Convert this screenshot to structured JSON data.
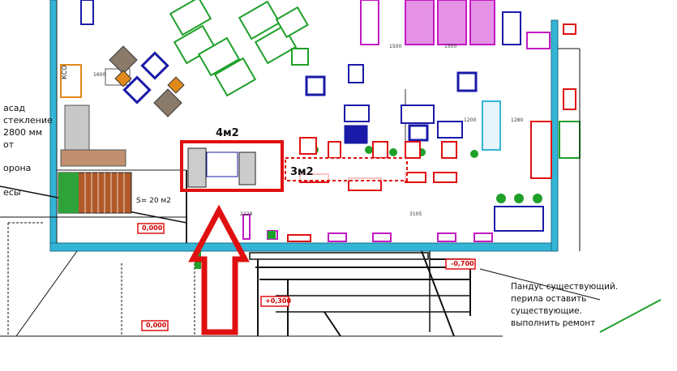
{
  "areas": {
    "a1": "4м2",
    "a2": "3м2",
    "a3": "S= 20 м2"
  },
  "left_notes": {
    "l1": "асад",
    "l2": "стекление",
    "l3": "2800 мм",
    "l4": "от",
    "l5": "орона",
    "l6": "есы"
  },
  "levels": {
    "v1": "0,000",
    "v2": "-0,700",
    "v3": "+0,300",
    "v4": "0,000"
  },
  "ramp_note": {
    "line1": "Пандус существующий.",
    "line2": "перила оставить",
    "line3": "существующие.",
    "line4": "выполнить ремонт"
  },
  "equipment": {
    "kso": "КСО"
  },
  "dims": {
    "d1": "1600",
    "d2": "1500",
    "d3": "1500",
    "d4": "1200",
    "d5": "1280",
    "d6": "2228",
    "d7": "3105"
  },
  "colors": {
    "wall": "#33b5d6",
    "highlight": "#e01010",
    "equipment_blue": "#1a1aa8",
    "equipment_green": "#1fa02a",
    "equipment_magenta": "#c21ac2",
    "equipment_orange": "#e0891a"
  }
}
